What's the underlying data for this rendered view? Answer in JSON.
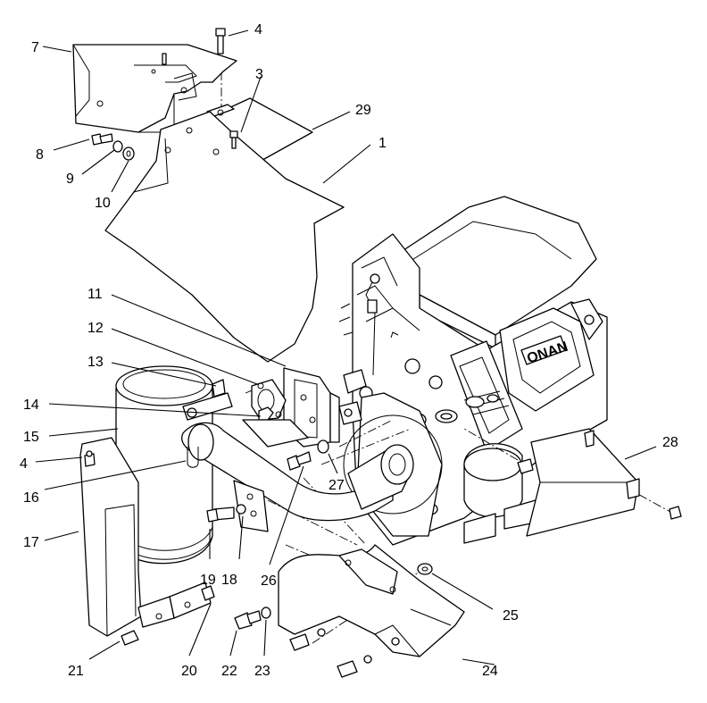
{
  "callouts": [
    {
      "id": "c1",
      "label": "1"
    },
    {
      "id": "c3",
      "label": "3"
    },
    {
      "id": "c4a",
      "label": "4"
    },
    {
      "id": "c4b",
      "label": "4"
    },
    {
      "id": "c7",
      "label": "7"
    },
    {
      "id": "c8",
      "label": "8"
    },
    {
      "id": "c9",
      "label": "9"
    },
    {
      "id": "c10",
      "label": "10"
    },
    {
      "id": "c11",
      "label": "11"
    },
    {
      "id": "c12",
      "label": "12"
    },
    {
      "id": "c13",
      "label": "13"
    },
    {
      "id": "c14",
      "label": "14"
    },
    {
      "id": "c15",
      "label": "15"
    },
    {
      "id": "c16",
      "label": "16"
    },
    {
      "id": "c17",
      "label": "17"
    },
    {
      "id": "c18",
      "label": "18"
    },
    {
      "id": "c19",
      "label": "19"
    },
    {
      "id": "c20",
      "label": "20"
    },
    {
      "id": "c21",
      "label": "21"
    },
    {
      "id": "c22",
      "label": "22"
    },
    {
      "id": "c23",
      "label": "23"
    },
    {
      "id": "c24",
      "label": "24"
    },
    {
      "id": "c25",
      "label": "25"
    },
    {
      "id": "c26",
      "label": "26"
    },
    {
      "id": "c27",
      "label": "27"
    },
    {
      "id": "c28",
      "label": "28"
    },
    {
      "id": "c29",
      "label": "29"
    }
  ],
  "engine_logo": "ONAN",
  "colors": {
    "line": "#000000",
    "background": "#ffffff"
  }
}
